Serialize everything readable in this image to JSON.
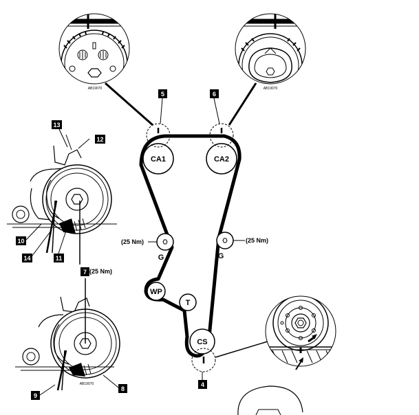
{
  "pulleys": {
    "ca1": "CA1",
    "ca2": "CA2",
    "wp": "WP",
    "t": "T",
    "cs": "CS",
    "g_left": "G",
    "g_right": "G"
  },
  "torques": {
    "g_left": "(25 Nm)",
    "g_right": "(25 Nm)",
    "tensioner": "(25 Nm)"
  },
  "callouts": {
    "c4": "4",
    "c5": "5",
    "c6": "6",
    "c7": "7",
    "c8": "8",
    "c9": "9",
    "c10": "10",
    "c11": "11",
    "c12": "12",
    "c13": "13",
    "c14": "14"
  },
  "codes": {
    "detail_left": "AB19070",
    "detail_right": "AB19070",
    "tensioner_lower": "AB19070"
  }
}
